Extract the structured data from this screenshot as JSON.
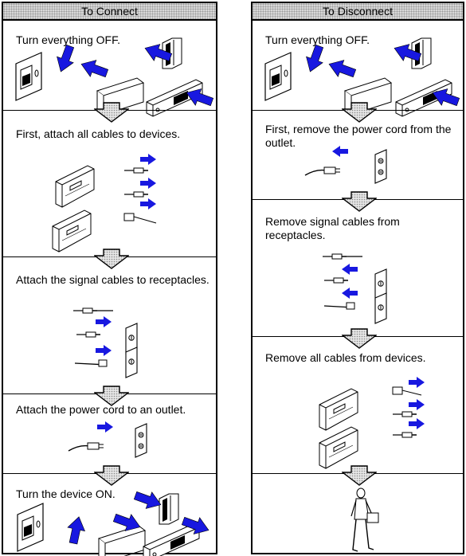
{
  "connect": {
    "header": "To Connect",
    "steps": [
      "Turn everything OFF.",
      "First, attach all cables to devices.",
      "Attach the signal cables to receptacles.",
      "Attach the power cord to an outlet.",
      "Turn the device ON."
    ]
  },
  "disconnect": {
    "header": "To Disconnect",
    "steps": [
      "Turn everything OFF.",
      "First, remove the power cord from the outlet.",
      "Remove signal cables from receptacles.",
      "Remove all cables from devices."
    ]
  },
  "colors": {
    "arrow": "#1818e0",
    "stroke": "#000000",
    "screen": "#d0d0d0"
  }
}
